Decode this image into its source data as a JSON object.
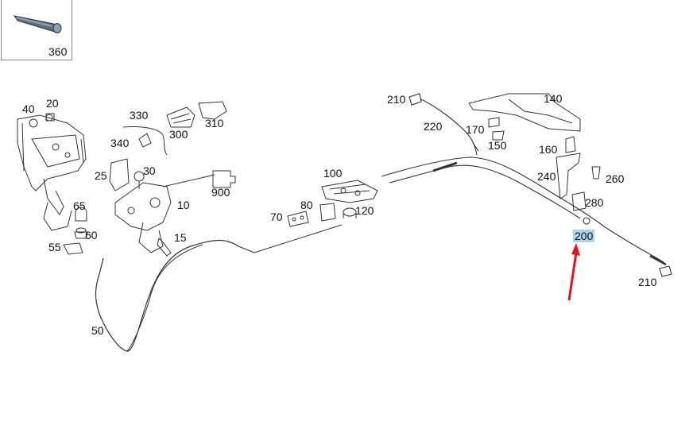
{
  "thumbnail": {
    "part_label": "360"
  },
  "callouts": {
    "c40": "40",
    "c20": "20",
    "c330": "330",
    "c310": "310",
    "c300": "300",
    "c340": "340",
    "c25": "25",
    "c30": "30",
    "c900": "900",
    "c10": "10",
    "c65": "65",
    "c60": "60",
    "c55": "55",
    "c15": "15",
    "c50": "50",
    "c70": "70",
    "c80": "80",
    "c100": "100",
    "c120": "120",
    "c210a": "210",
    "c220": "220",
    "c170": "170",
    "c150": "150",
    "c140": "140",
    "c160": "160",
    "c240": "240",
    "c260": "260",
    "c280": "280",
    "c200": "200",
    "c210b": "210"
  },
  "highlight": {
    "selected_part": "200",
    "color": "#a8d4ee",
    "arrow_color": "#e3141b"
  }
}
